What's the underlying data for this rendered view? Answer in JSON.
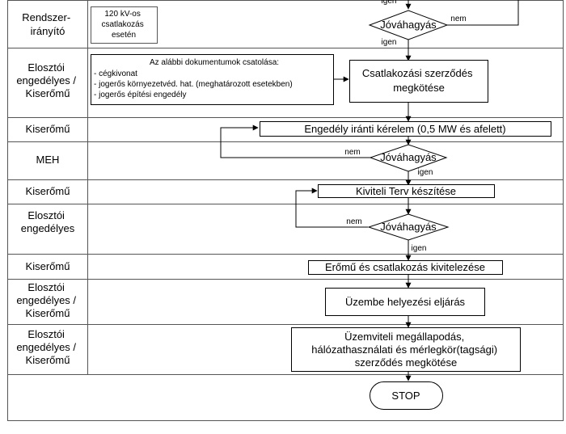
{
  "lanes": [
    {
      "label": [
        "Rendszer-",
        "irányító"
      ]
    },
    {
      "label": [
        "Elosztói",
        "engedélyes /",
        "Kiserőmű"
      ]
    },
    {
      "label": [
        "Kiserőmű"
      ]
    },
    {
      "label": [
        "MEH"
      ]
    },
    {
      "label": [
        "Kiserőmű"
      ]
    },
    {
      "label": [
        "Elosztói",
        "engedélyes"
      ]
    },
    {
      "label": [
        "Kiserőmű"
      ]
    },
    {
      "label": [
        "Elosztói",
        "engedélyes /",
        "Kiserőmű"
      ]
    },
    {
      "label": [
        "Elosztói",
        "engedélyes /",
        "Kiserőmű"
      ]
    }
  ],
  "notes": {
    "kv_note": [
      "120 kV-os",
      "csatlakozás",
      "esetén"
    ],
    "documents": {
      "title": "Az alábbi dokumentumok csatolása:",
      "items": [
        "- cégkivonat",
        "- jogerős környezetvéd. hat. (meghatározott esetekben)",
        "- jogerős építési engedély"
      ]
    }
  },
  "steps": {
    "szerzodes": [
      "Csatlakozási szerződés",
      "megkötése"
    ],
    "kerelem": "Engedély iránti kérelem (0,5 MW és afelett)",
    "kiviteli": "Kiviteli Terv készítése",
    "kivitelezes": "Erőmű és csatlakozás kivitelezése",
    "uzembe": "Üzembe helyezési eljárás",
    "uzemviteli": [
      "Üzemviteli megállapodás,",
      "hálózathasználati és mérlegkör(tagsági)",
      "szerződés megkötése"
    ],
    "stop": "STOP"
  },
  "decisions": {
    "label": "Jóváhagyás",
    "yes": "igen",
    "no": "nem"
  }
}
